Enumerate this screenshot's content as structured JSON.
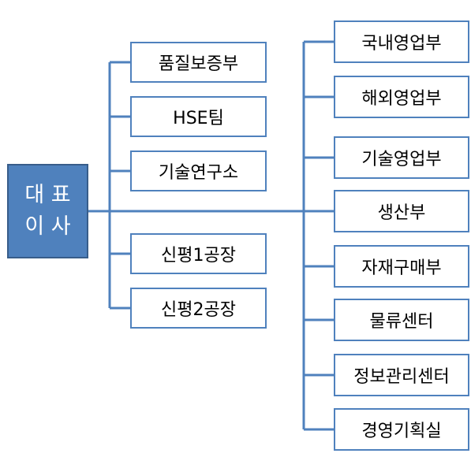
{
  "ceo": {
    "line1": "대 표",
    "line2": "이 사"
  },
  "left_departments": [
    "품질보증부",
    "HSE팀",
    "기술연구소",
    "신평1공장",
    "신평2공장"
  ],
  "right_departments": [
    "국내영업부",
    "해외영업부",
    "기술영업부",
    "생산부",
    "자재구매부",
    "물류센터",
    "정보관리센터",
    "경영기획실"
  ],
  "colors": {
    "ceo_fill": "#4f81bd",
    "ceo_border": "#385d8a",
    "line": "#4f81bd",
    "box_border": "#4f81bd"
  }
}
